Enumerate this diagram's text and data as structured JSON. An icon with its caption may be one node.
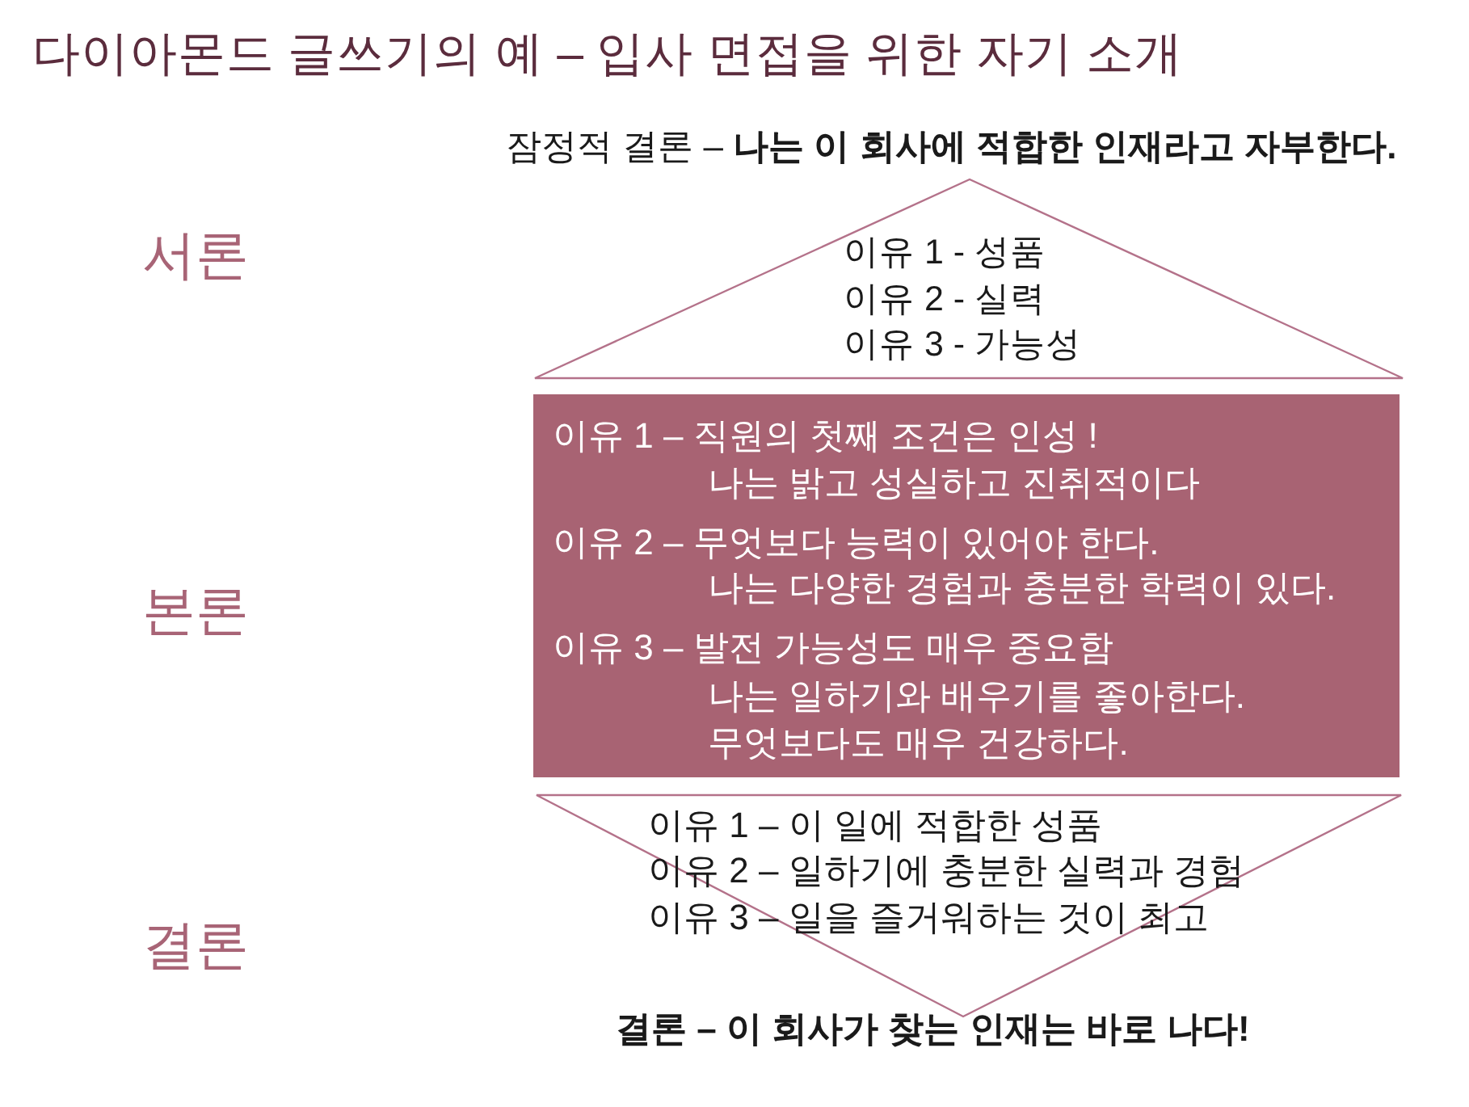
{
  "diagram": {
    "title": "다이아몬드 글쓰기의 예 – 입사 면접을 위한 자기 소개",
    "nodes": [
      {
        "text": [
          "이유 1 - 성품",
          "이유 2 - 실력",
          "이유 3 - 가능성"
        ],
        "beside": [
          "잠정적 결론 – **나는 이 회사에 적합한 인재라고 자부한다.**"
        ]
      },
      {
        "text": [
          "이유 1 – 직원의 첫째 조건은 인성 !",
          "나는 밝고 성실하고 진취적이다",
          "이유 2 – 무엇보다 능력이 있어야 한다.",
          "나는 다양한 경험과 충분한 학력이 있다.",
          "이유 3 – 발전 가능성도 매우 중요함",
          "나는 일하기와 배우기를 좋아한다.",
          "무엇보다도 매우 건강하다."
        ]
      },
      {
        "text": [
          "이유 1 – 이 일에 적합한 성품",
          "이유 2 – 일하기에 충분한 실력과 경험",
          "이유 3 – 일을 즐거워하는 것이 최고"
        ],
        "beside": [
          "결론 – 이 회사가 찾는 인재는 바로 나다!"
        ]
      }
    ],
    "labels": [
      "서론",
      "본론",
      "결론"
    ]
  }
}
